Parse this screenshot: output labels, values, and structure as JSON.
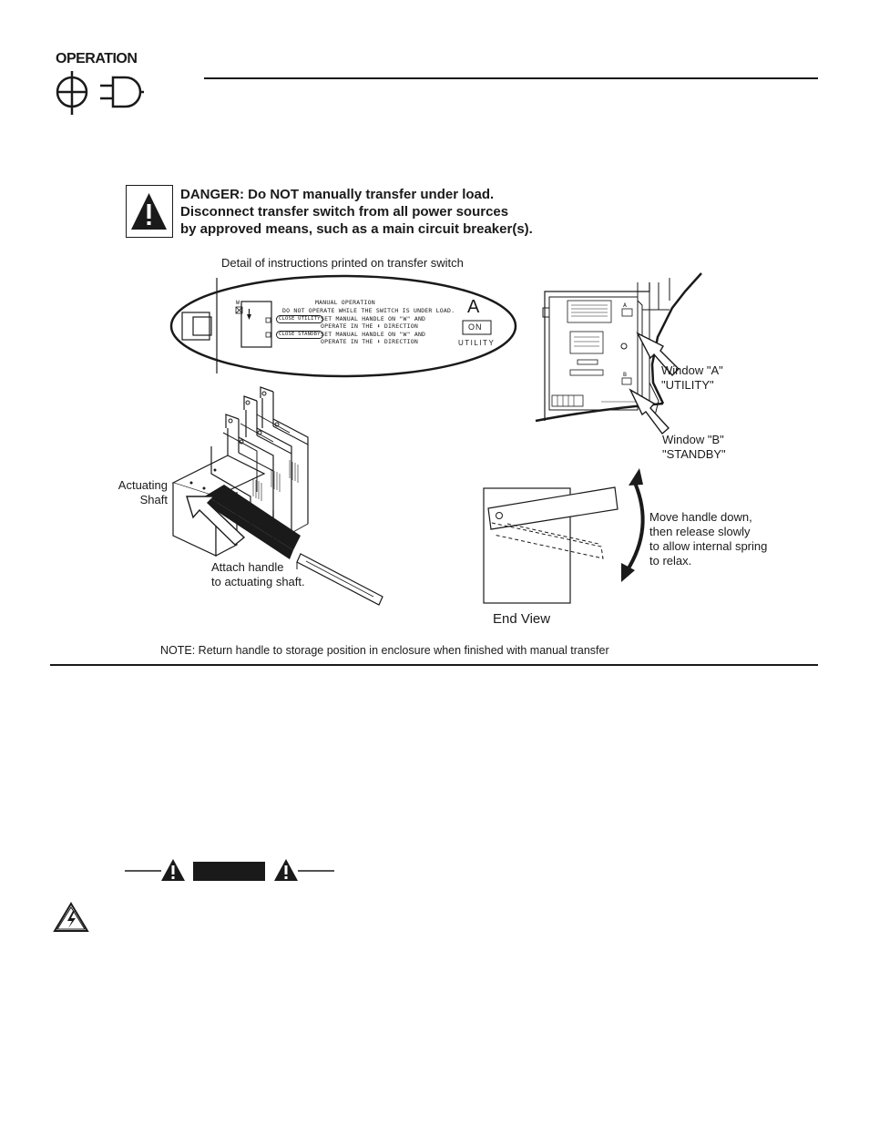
{
  "header": {
    "section_title": "OPERATION"
  },
  "danger": {
    "line1": "DANGER: Do NOT manually transfer under load.",
    "line2": "Disconnect transfer switch from all power sources",
    "line3": "by approved means, such as a main circuit breaker(s)."
  },
  "figure": {
    "detail_caption": "Detail of instructions printed on transfer switch",
    "decal": {
      "title": "MANUAL OPERATION",
      "warning": "DO NOT OPERATE WHILE THE SWITCH IS UNDER LOAD.",
      "close_utility": "CLOSE UTILITY",
      "utility_instr_1": "SET MANUAL HANDLE ON \"W\" AND",
      "utility_instr_2": "OPERATE IN THE ⬇ DIRECTION",
      "close_standby": "CLOSE STANDBY",
      "standby_instr_1": "SET MANUAL HANDLE ON \"W\" AND",
      "standby_instr_2": "OPERATE IN THE ⬇ DIRECTION",
      "window_letter": "A",
      "window_state": "ON",
      "window_name": "UTILITY",
      "marker_w": "W"
    },
    "window_a_label_1": "Window \"A\"",
    "window_a_label_2": "\"UTILITY\"",
    "window_b_label_1": "Window \"B\"",
    "window_b_label_2": "\"STANDBY\"",
    "actuating_1": "Actuating",
    "actuating_2": "Shaft",
    "attach_1": "Attach handle",
    "attach_2": "to actuating shaft.",
    "move_1": "Move handle down,",
    "move_2": "then release slowly",
    "move_3": "to allow internal spring",
    "move_4": "to relax.",
    "end_view": "End View",
    "panel_letter_a": "A",
    "panel_letter_b": "B",
    "note": "NOTE: Return handle to storage position in enclosure when finished with manual transfer"
  },
  "icons": [
    "generator-plug-icon",
    "warning-triangle-icon",
    "electrical-hazard-icon"
  ]
}
